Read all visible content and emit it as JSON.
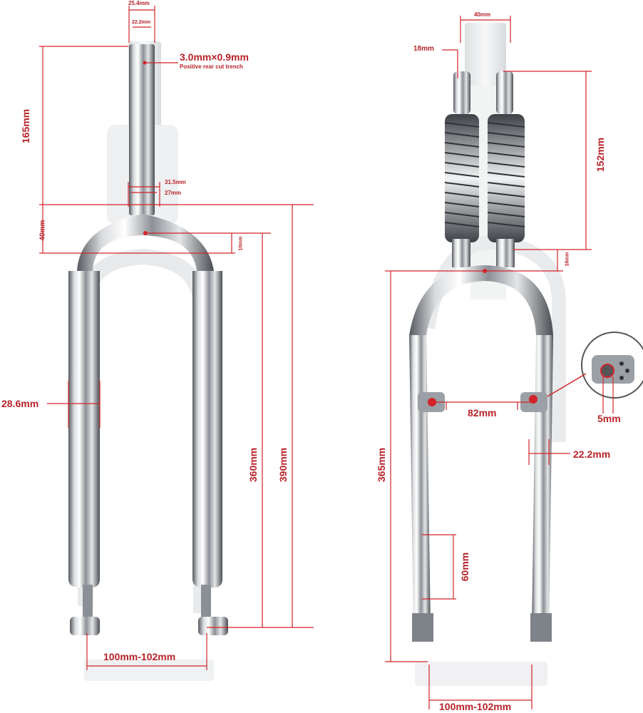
{
  "left_fork": {
    "steerer_outer": "25.4mm",
    "steerer_inner": "22.2mm",
    "trench_size": "3.0mm×0.9mm",
    "trench_note": "Positive rear cut trench",
    "steerer_length": "165mm",
    "crown_outer": "31.5mm",
    "crown_inner": "27mm",
    "crown_height": "40mm",
    "crown_offset": "10mm",
    "leg_diameter": "28.6mm",
    "leg_length": "360mm",
    "total_length": "390mm",
    "axle_width": "100mm-102mm"
  },
  "right_fork": {
    "steerer_width": "40mm",
    "spring_top": "18mm",
    "spring_length": "152mm",
    "crown_gap": "18mm",
    "boss_spacing": "82mm",
    "boss_hole": "5mm",
    "leg_diameter": "22.2mm",
    "leg_length": "365mm",
    "dropout_length": "60mm",
    "axle_width": "100mm-102mm"
  },
  "colors": {
    "dimension": "#b8232a",
    "chrome_dark": "#6f747a",
    "chrome_light": "#f2f3f4"
  }
}
